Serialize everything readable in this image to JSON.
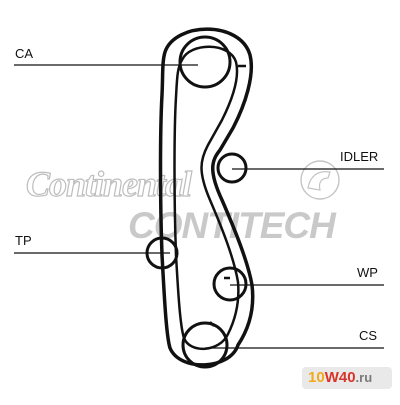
{
  "labels": {
    "ca": "CA",
    "idler": "IDLER",
    "tp": "TP",
    "wp": "WP",
    "cs": "CS"
  },
  "watermark": {
    "brand": "Continental",
    "subbrand": "CONTITECH"
  },
  "badge": {
    "part1": "10",
    "part2": "W40",
    "part3": ".ru"
  },
  "colors": {
    "ink": "#111111",
    "watermark": "#c9c9c9",
    "badge_orange": "#f2a91c",
    "badge_red": "#d9342b"
  }
}
